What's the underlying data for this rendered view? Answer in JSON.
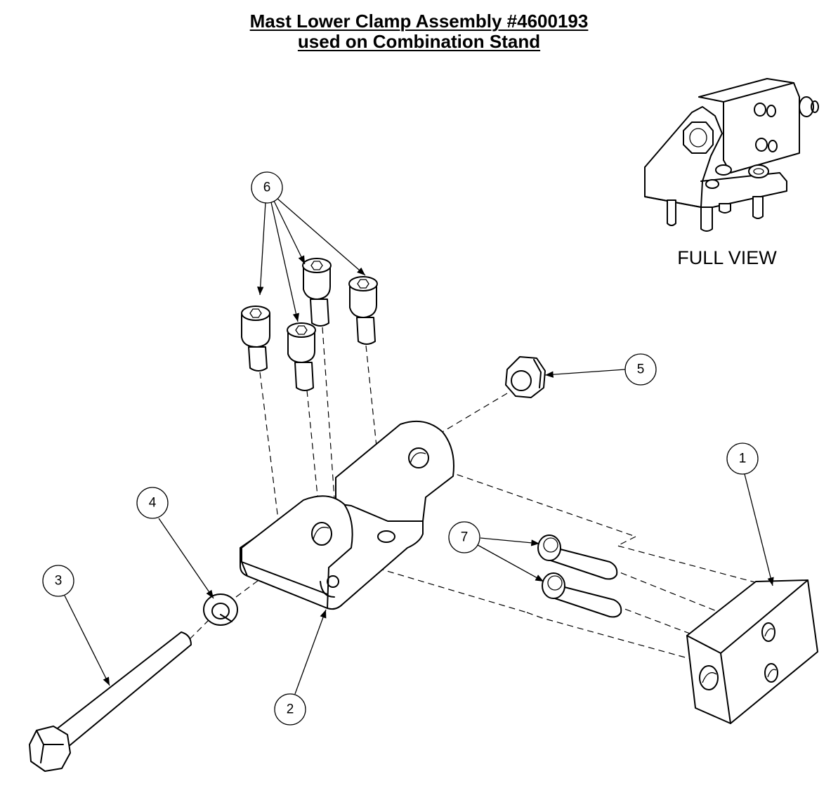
{
  "title": {
    "line1": "Mast Lower Clamp Assembly #4600193",
    "line2": "used on Combination Stand"
  },
  "full_view_label": "FULL VIEW",
  "callouts": [
    {
      "id": "1",
      "label": "1"
    },
    {
      "id": "2",
      "label": "2"
    },
    {
      "id": "3",
      "label": "3"
    },
    {
      "id": "4",
      "label": "4"
    },
    {
      "id": "5",
      "label": "5"
    },
    {
      "id": "6",
      "label": "6"
    },
    {
      "id": "7",
      "label": "7"
    }
  ]
}
